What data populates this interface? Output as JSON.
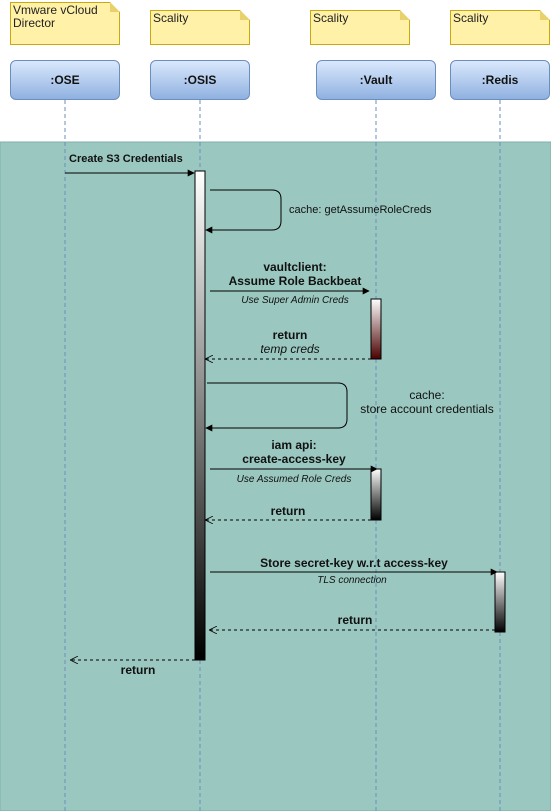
{
  "notes": [
    {
      "id": "ose-note",
      "text": "Vmware vCloud Director"
    },
    {
      "id": "osis-note",
      "text": "Scality"
    },
    {
      "id": "vault-note",
      "text": "Scality"
    },
    {
      "id": "redis-note",
      "text": "Scality"
    }
  ],
  "lifelines": [
    {
      "id": "ose",
      "label": ":OSE"
    },
    {
      "id": "osis",
      "label": ":OSIS"
    },
    {
      "id": "vault",
      "label": ":Vault"
    },
    {
      "id": "redis",
      "label": ":Redis"
    }
  ],
  "colors": {
    "background_panel": "#9ac7bf",
    "lifeline_line": "#6c8ebf",
    "note_fill": "#fff2a8"
  },
  "messages": {
    "m1": "Create S3 Credentials",
    "m2": "cache: getAssumeRoleCreds",
    "m3_line1": "vaultclient:",
    "m3_line2": "Assume Role Backbeat",
    "m3_note": "Use Super Admin Creds",
    "m4_line1": "return",
    "m4_line2": "temp creds",
    "m5_line1": "cache:",
    "m5_line2": "store account credentials",
    "m6_line1": "iam api:",
    "m6_line2": "create-access-key",
    "m6_note": "Use Assumed Role Creds",
    "m7": "return",
    "m8": "Store secret-key w.r.t access-key",
    "m8_note": "TLS connection",
    "m9": "return",
    "m10": "return"
  }
}
